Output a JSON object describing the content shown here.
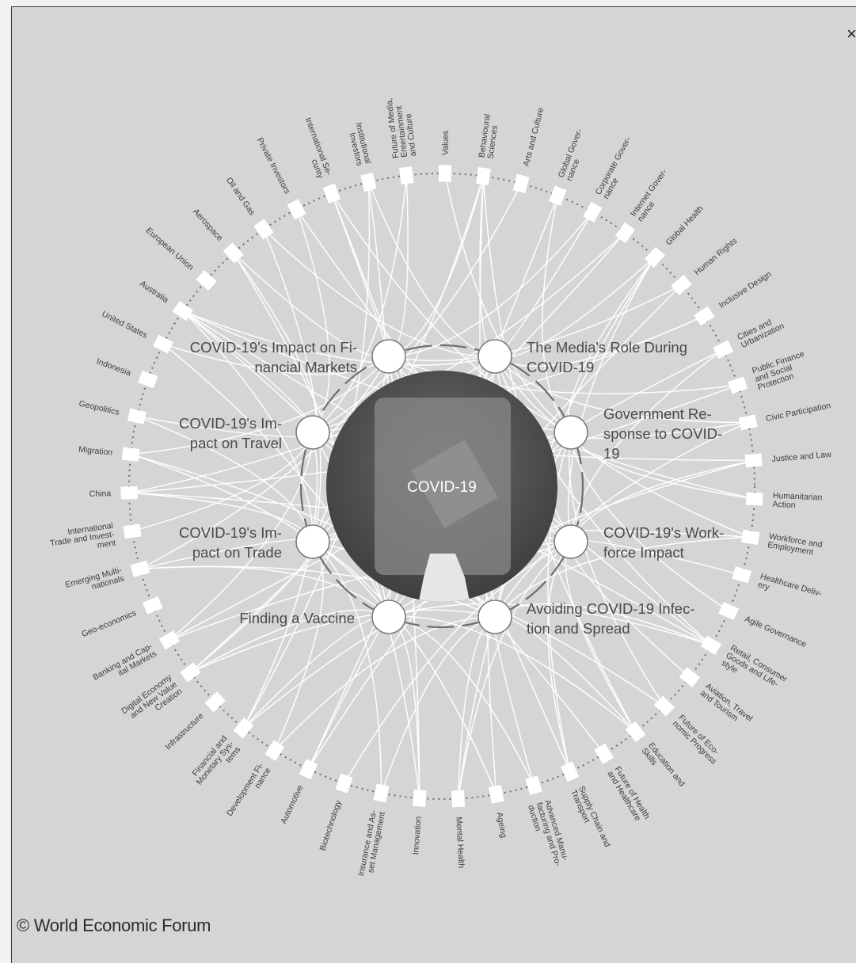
{
  "ui": {
    "close_label": "×",
    "copyright": "© World Economic Forum"
  },
  "colors": {
    "background": "#d5d5d5",
    "link": "#ffffff",
    "node_fill": "#ffffff",
    "node_stroke": "#7a7a7a",
    "label": "#4a4a4a",
    "ring": "#6e6e6e",
    "center_dark": "#4e4e4e"
  },
  "center": {
    "label": "COVID-19"
  },
  "topics": [
    {
      "lines": [
        "COVID-19's Impact on Fi-",
        "nancial Markets"
      ],
      "side": "left"
    },
    {
      "lines": [
        "The Media's Role During",
        "COVID-19"
      ],
      "side": "right"
    },
    {
      "lines": [
        "COVID-19's Im-",
        "pact on Travel"
      ],
      "side": "left"
    },
    {
      "lines": [
        "Government Re-",
        "sponse to COVID-",
        "19"
      ],
      "side": "right"
    },
    {
      "lines": [
        "COVID-19's Im-",
        "pact on Trade"
      ],
      "side": "left"
    },
    {
      "lines": [
        "COVID-19's Work-",
        "force Impact"
      ],
      "side": "right"
    },
    {
      "lines": [
        "Finding a Vaccine"
      ],
      "side": "left"
    },
    {
      "lines": [
        "Avoiding COVID-19 Infec-",
        "tion and Spread"
      ],
      "side": "right"
    }
  ],
  "subtopics": [
    [
      "Future of Media,",
      "Entertainment",
      "and Culture"
    ],
    [
      "Values"
    ],
    [
      "Behavioural",
      "Sciences"
    ],
    [
      "Arts and Culture"
    ],
    [
      "Global Gover-",
      "nance"
    ],
    [
      "Corporate Gover-",
      "nance"
    ],
    [
      "Internet Gover-",
      "nance"
    ],
    [
      "Global Health"
    ],
    [
      "Human Rights"
    ],
    [
      "Inclusive Design"
    ],
    [
      "Cities and",
      "Urbanization"
    ],
    [
      "Public Finance",
      "and Social",
      "Protection"
    ],
    [
      "Civic Participation"
    ],
    [
      "Justice and Law"
    ],
    [
      "Humanitarian",
      "Action"
    ],
    [
      "Workforce and",
      "Employment"
    ],
    [
      "Healthcare Deliv-",
      "ery"
    ],
    [
      "Agile Governance"
    ],
    [
      "Retail, Consumer",
      "Goods and Life-",
      "style"
    ],
    [
      "Aviation, Travel",
      "and Tourism"
    ],
    [
      "Future of Eco-",
      "nomic Progress"
    ],
    [
      "Education and",
      "Skills"
    ],
    [
      "Future of Health",
      "and Healthcare"
    ],
    [
      "Supply Chain and",
      "Transport"
    ],
    [
      "Advanced Manu-",
      "facturing and Pro-",
      "duction"
    ],
    [
      "Ageing"
    ],
    [
      "Mental Health"
    ],
    [
      "Innovation"
    ],
    [
      "Insurance and As-",
      "set Management"
    ],
    [
      "Biotechnology"
    ],
    [
      "Automotive"
    ],
    [
      "Development Fi-",
      "nance"
    ],
    [
      "Financial and",
      "Monetary Sys-",
      "tems"
    ],
    [
      "Infrastructure"
    ],
    [
      "Digital Economy",
      "and New Value",
      "Creation"
    ],
    [
      "Banking and Cap-",
      "ital Markets"
    ],
    [
      "Geo-economics"
    ],
    [
      "Emerging Multi-",
      "nationals"
    ],
    [
      "International",
      "Trade and Invest-",
      "ment"
    ],
    [
      "China"
    ],
    [
      "Migration"
    ],
    [
      "Geopolitics"
    ],
    [
      "Indonesia"
    ],
    [
      "United States"
    ],
    [
      "Australia"
    ],
    [
      "European Union"
    ],
    [
      "Aerospace"
    ],
    [
      "Oil and Gas"
    ],
    [
      "Private Investors"
    ],
    [
      "International Se-",
      "curity"
    ],
    [
      "Institutional",
      "Investors"
    ]
  ]
}
